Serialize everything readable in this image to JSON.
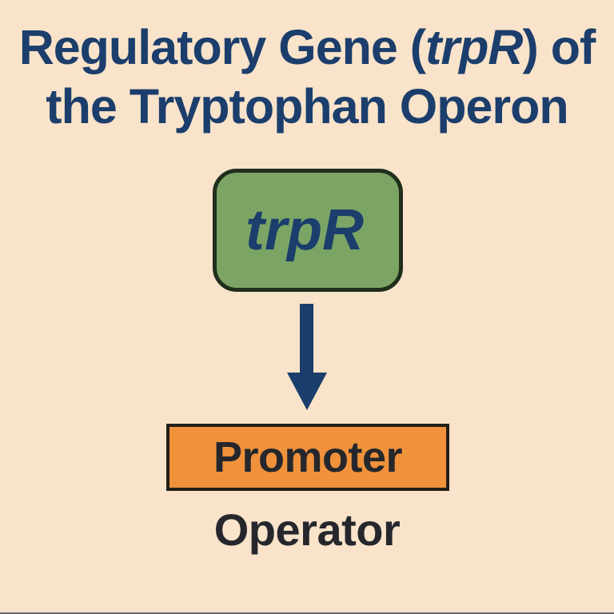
{
  "title": {
    "line1_prefix": "Regulatory Gene (",
    "line1_italic": "trpR",
    "line1_suffix": ") of",
    "line2": "the Tryptophan Operon"
  },
  "diagram": {
    "gene_label": "trpR",
    "promoter_label": "Promoter",
    "operator_label": "Operator",
    "arrow_icon": "down-arrow"
  },
  "colors": {
    "background": "#F9E3CA",
    "title_text": "#1B3E6C",
    "gene_box_fill": "#7CA465",
    "gene_box_border": "#1F2F1B",
    "arrow": "#1B3E6C",
    "promoter_fill": "#F0923B",
    "box_border_dark": "#211F1A",
    "label_text": "#25272C"
  }
}
